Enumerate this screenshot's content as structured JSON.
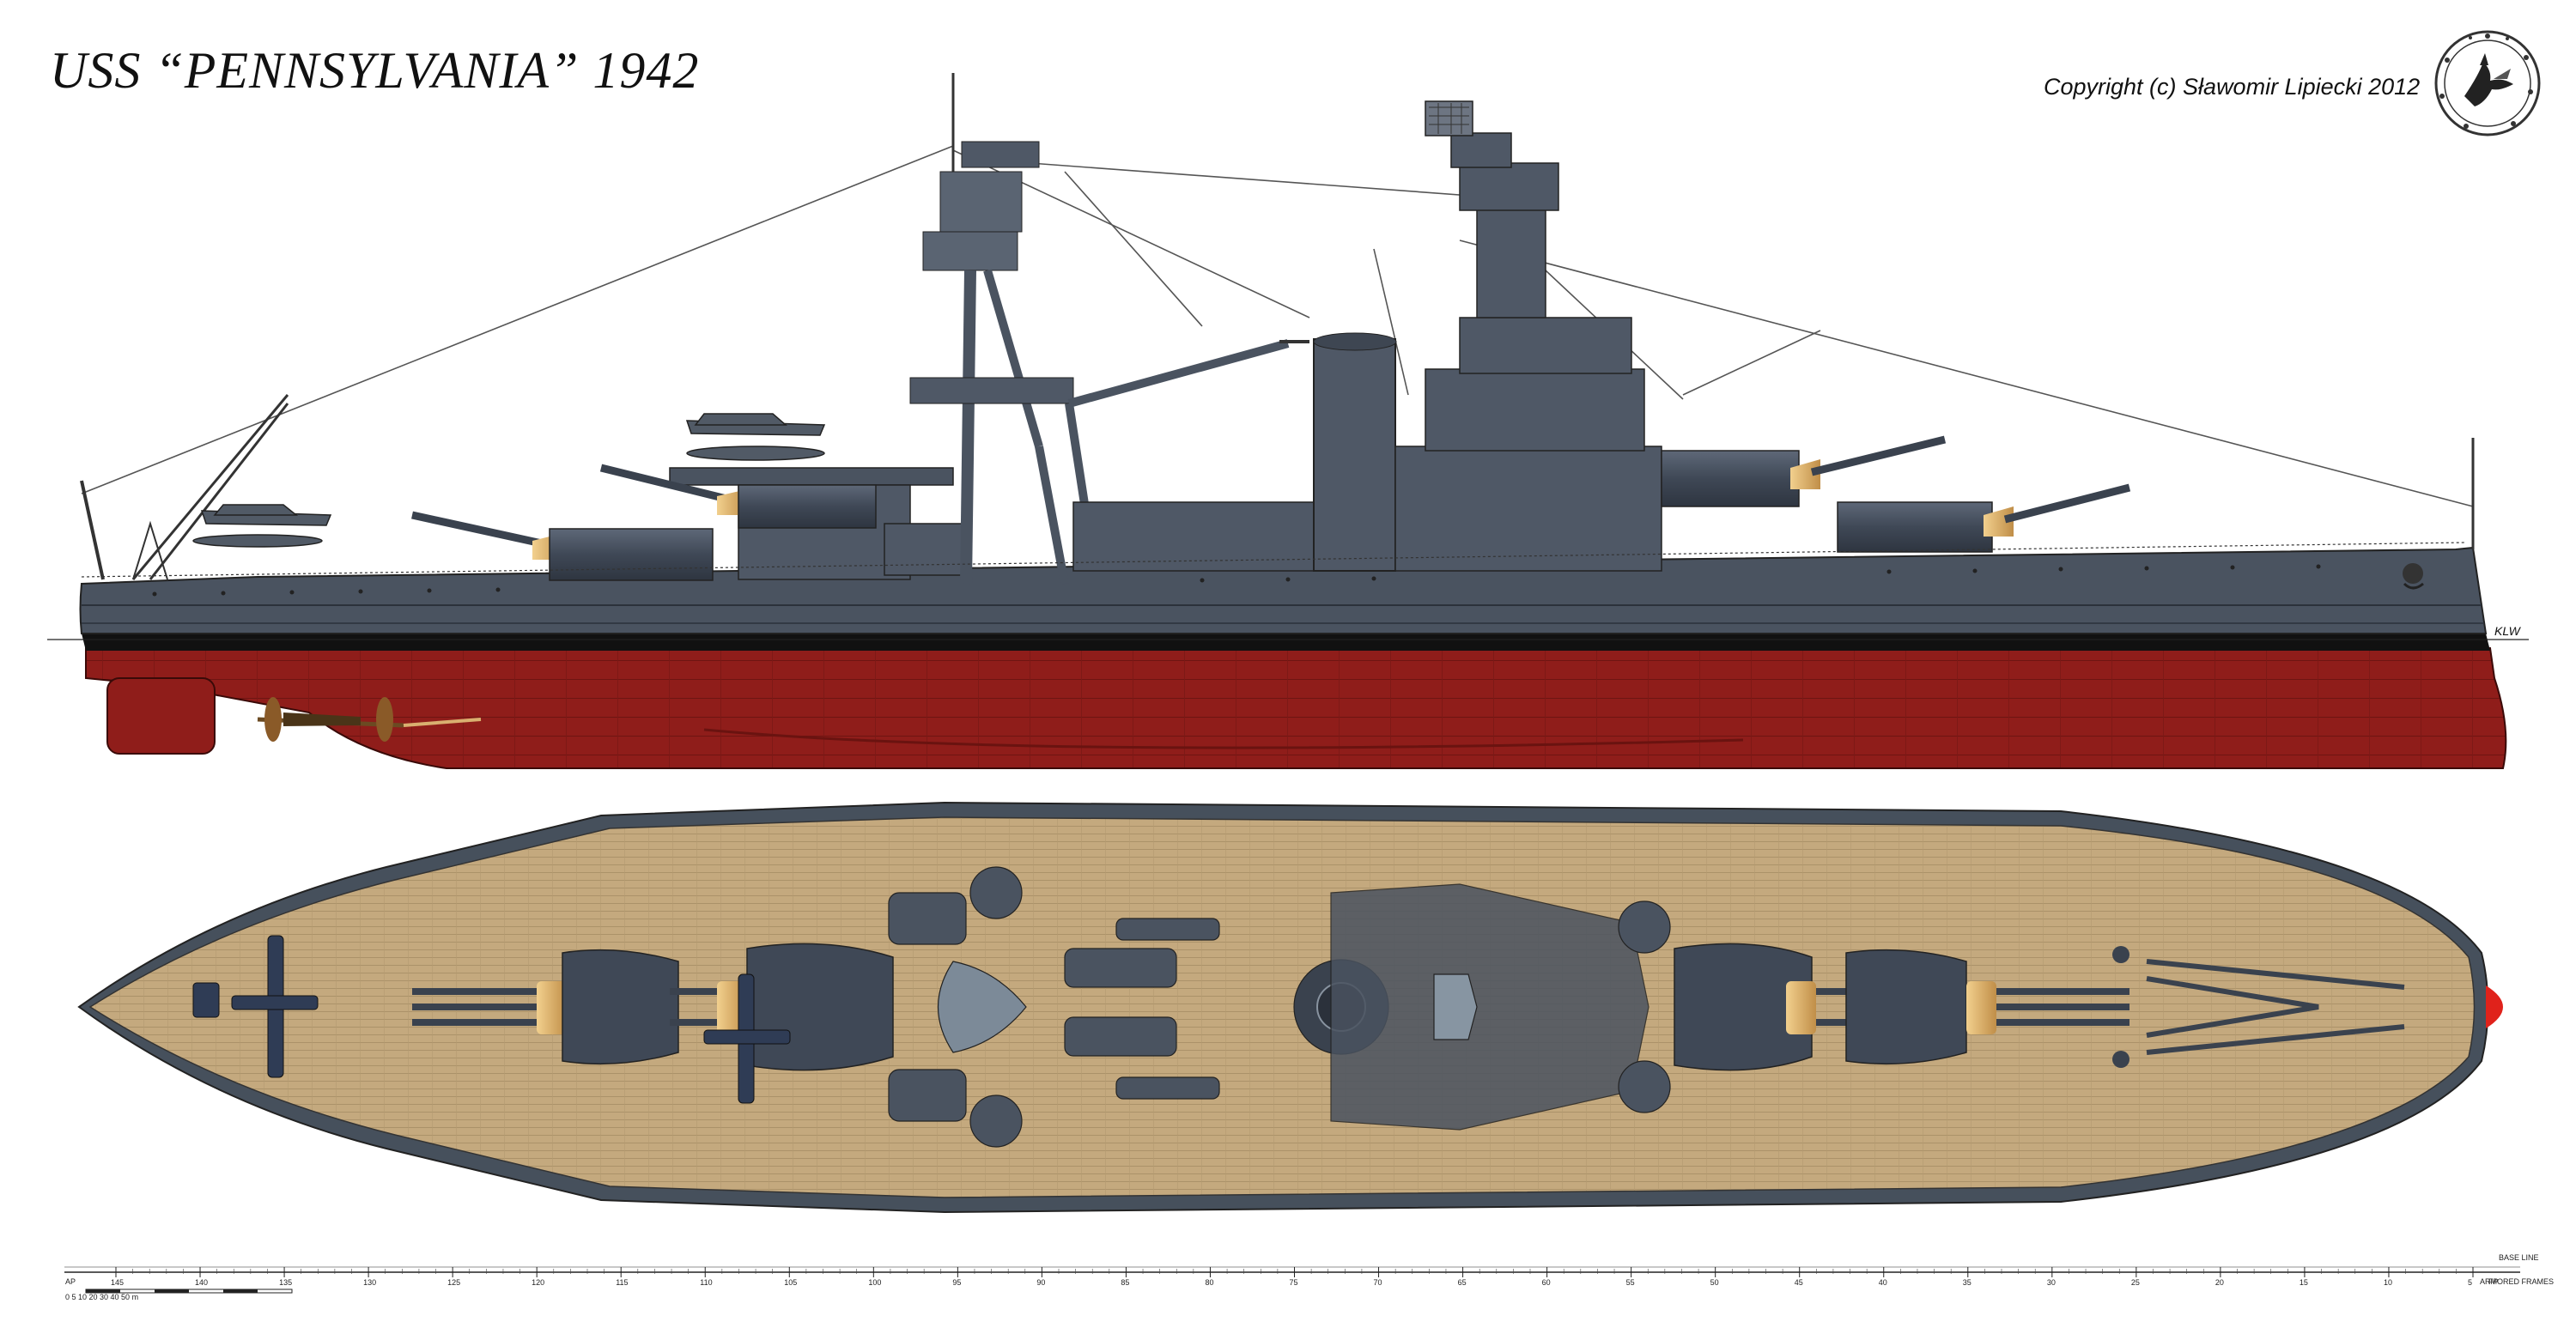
{
  "title": "USS “PENNSYLVANIA” 1942",
  "copyright": "Copyright (c) Sławomir Lipiecki 2012",
  "artist_mark": "KLW",
  "colors": {
    "hull_gray": "#4a5360",
    "superstructure_gray": "#5a6472",
    "antifouling_red": "#8f1d1a",
    "boot_topping": "#111111",
    "deck_wood": "#c4a97e",
    "bronze": "#d9b070",
    "bow_red": "#e0221b"
  },
  "icons": {
    "seal": "author-seal-icon",
    "aircraft": "floatplane-icon"
  },
  "scale": {
    "left_label": "AP",
    "right_labels": [
      "BASE LINE",
      "ARMORED FRAMES"
    ],
    "fp_label": "FP",
    "frame_labels": [
      "145",
      "140",
      "135",
      "130",
      "125",
      "120",
      "115",
      "110",
      "105",
      "100",
      "95",
      "90",
      "85",
      "80",
      "75",
      "70",
      "65",
      "60",
      "55",
      "50",
      "45",
      "40",
      "35",
      "30",
      "25",
      "20",
      "15",
      "10",
      "5"
    ],
    "bar_label": "0 5 10 20 30 40 50 m"
  }
}
